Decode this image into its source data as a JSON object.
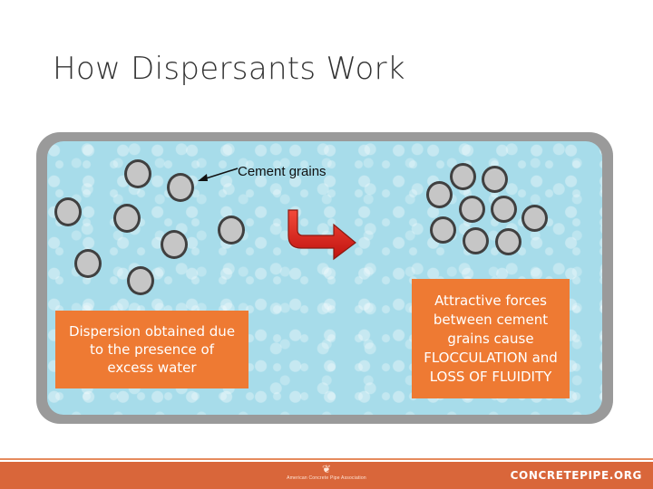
{
  "slide": {
    "title": "How Dispersants Work"
  },
  "diagram": {
    "grains_label": "Cement grains",
    "dispersed_caption": "Dispersion obtained due\nto the presence of\nexcess water",
    "flocculated_caption": "Attractive forces\nbetween  cement\ngrains cause\nFLOCCULATION and\nLOSS  OF  FLUIDITY",
    "arrow_color": "#e8201c",
    "callout_color": "#ee7a33",
    "water_color": "#a7dcea"
  },
  "footer": {
    "logo_mark": "❦",
    "logo_text": "American Concrete Pipe Association",
    "site": "CONCRETEPIPE.ORG",
    "bar_color": "#d9663a"
  }
}
